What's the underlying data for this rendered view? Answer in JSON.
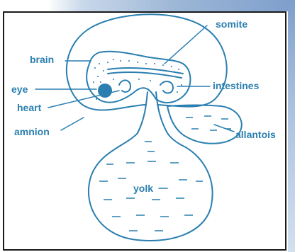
{
  "diagram": {
    "labels": {
      "somite": "somite",
      "brain": "brain",
      "intestines": "intestines",
      "eye": "eye",
      "heart": "heart",
      "amnion": "amnion",
      "allantois": "allantois",
      "yolk": "yolk"
    }
  },
  "colors": {
    "stroke": "#2a7fb0",
    "text": "#2a7fb0",
    "border": "#1a1a1a"
  }
}
